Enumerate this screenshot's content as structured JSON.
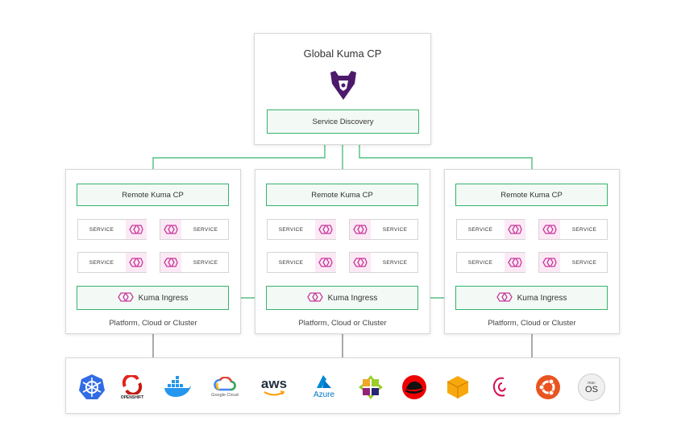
{
  "global": {
    "title": "Global Kuma CP",
    "service_discovery": "Service Discovery"
  },
  "zones": [
    {
      "remote_cp": "Remote Kuma CP",
      "services": [
        "SERVICE",
        "SERVICE",
        "SERVICE",
        "SERVICE"
      ],
      "ingress": "Kuma Ingress",
      "platform": "Platform, Cloud or Cluster"
    },
    {
      "remote_cp": "Remote Kuma CP",
      "services": [
        "SERVICE",
        "SERVICE",
        "SERVICE",
        "SERVICE"
      ],
      "ingress": "Kuma Ingress",
      "platform": "Platform, Cloud or Cluster"
    },
    {
      "remote_cp": "Remote Kuma CP",
      "services": [
        "SERVICE",
        "SERVICE",
        "SERVICE",
        "SERVICE"
      ],
      "ingress": "Kuma Ingress",
      "platform": "Platform, Cloud or Cluster"
    }
  ],
  "logos": {
    "kubernetes": "kubernetes-logo",
    "openshift": "OPENSHIFT",
    "docker": "docker-logo",
    "google_cloud": "Google Cloud",
    "aws": "aws",
    "azure": "Azure",
    "centos": "centos-logo",
    "redhat": "redhat-logo",
    "amazon_ec2": "ec2-logo",
    "debian": "debian-logo",
    "ubuntu": "ubuntu-logo",
    "macos_top": "mac",
    "macos_bottom": "OS"
  },
  "colors": {
    "green": "#35b36b",
    "pink": "#c9399c",
    "kuma_purple": "#4d1a6b"
  }
}
